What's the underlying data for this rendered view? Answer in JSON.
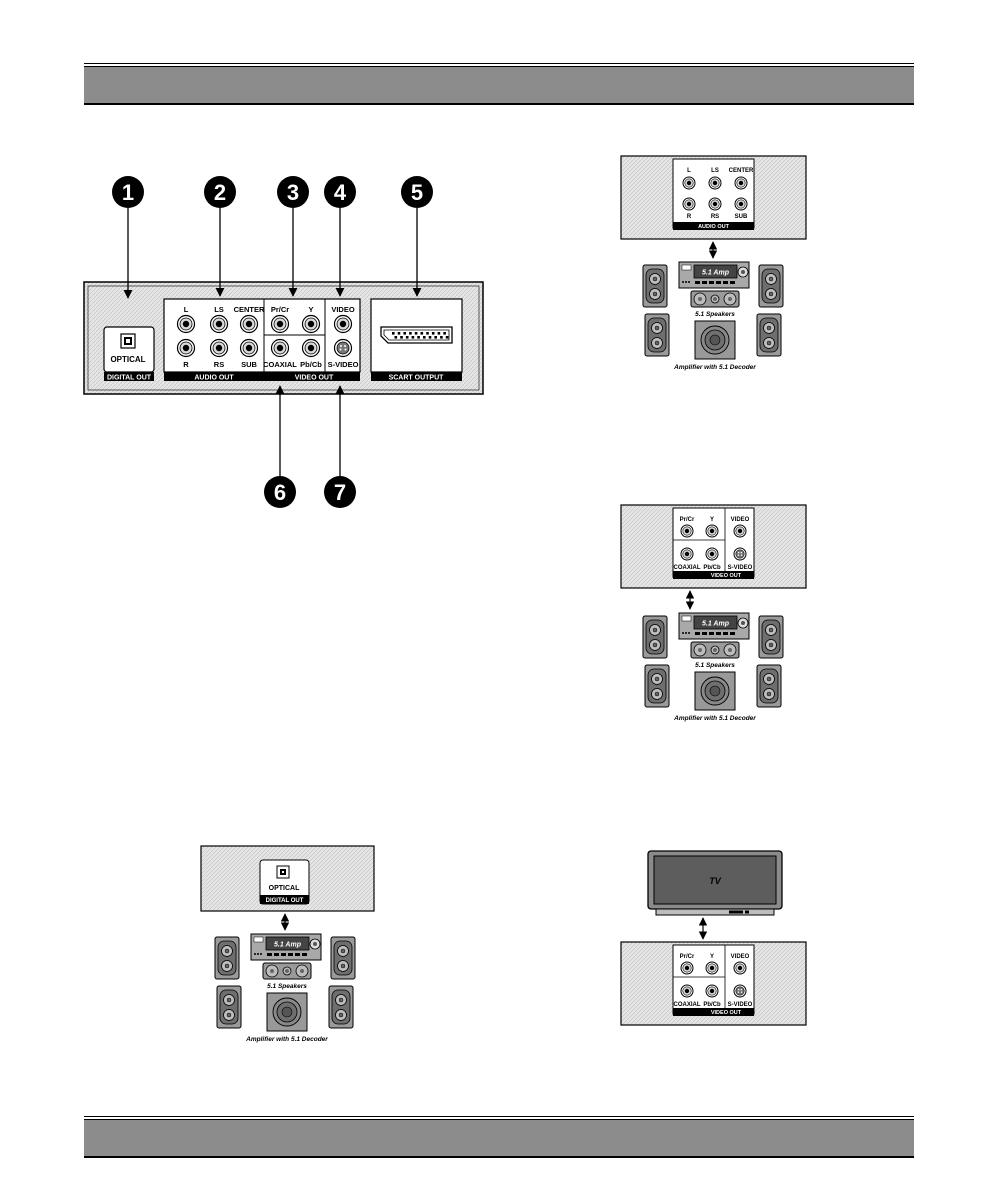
{
  "main_panel": {
    "callouts": [
      "1",
      "2",
      "3",
      "4",
      "5",
      "6",
      "7"
    ],
    "audio": {
      "l": "L",
      "ls": "LS",
      "center": "CENTER",
      "r": "R",
      "rs": "RS",
      "sub": "SUB",
      "group": "AUDIO OUT"
    },
    "video": {
      "pr": "Pr/Cr",
      "y": "Y",
      "video": "VIDEO",
      "coaxial": "COAXIAL",
      "pb": "Pb/Cb",
      "svideo": "S-VIDEO",
      "group": "VIDEO OUT"
    },
    "optical": {
      "label": "OPTICAL",
      "group": "DIGITAL OUT"
    },
    "scart": {
      "group": "SCART OUTPUT"
    }
  },
  "amp": {
    "display": "5.1 Amp",
    "speakers": "5.1 Speakers",
    "caption": "Amplifier with 5.1 Decoder"
  },
  "tv": {
    "label": "TV"
  }
}
